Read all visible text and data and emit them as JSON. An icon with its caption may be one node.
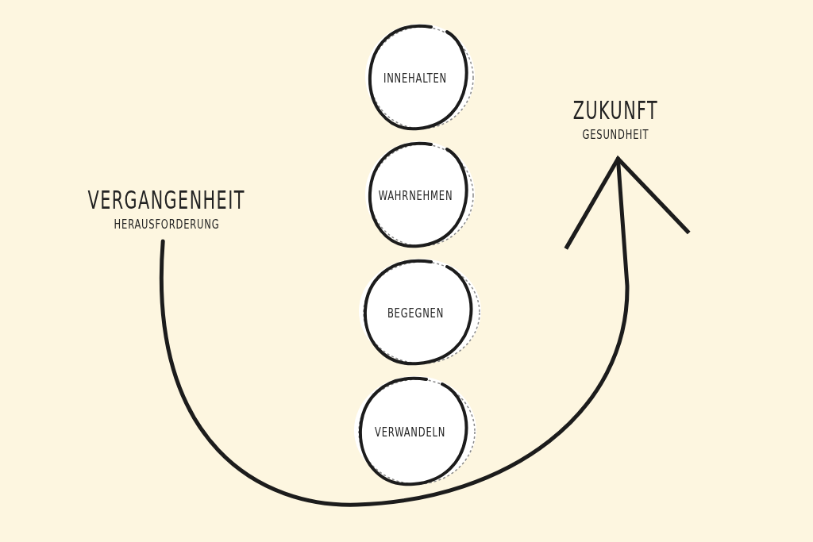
{
  "diagram": {
    "nodes": [
      {
        "text": [
          "VERGANGENHEIT",
          "HERAUSFORDERUNG"
        ]
      },
      {
        "text": [
          "INNEHALTEN"
        ]
      },
      {
        "text": [
          "WAHRNEHMEN"
        ]
      },
      {
        "text": [
          "BEGEGNEN"
        ]
      },
      {
        "text": [
          "VERWANDELN"
        ]
      },
      {
        "text": [
          "ZUKUNFT",
          "GESUNDHEIT"
        ]
      }
    ],
    "edges": [
      {
        "from": 0,
        "to": 5,
        "arrow": "to"
      }
    ]
  }
}
